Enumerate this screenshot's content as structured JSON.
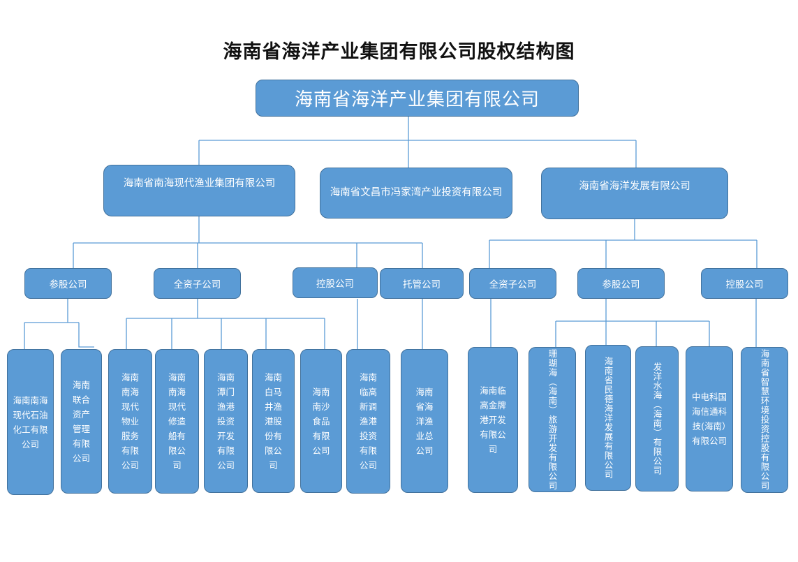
{
  "title": "海南省海洋产业集团有限公司股权结构图",
  "root": {
    "label": "海南省海洋产业集团有限公司"
  },
  "level1": [
    {
      "label": "海南省南海现代渔业集团有限公司"
    },
    {
      "label": "海南省文昌市冯家湾产业投资有限公司"
    },
    {
      "label": "海南省海洋发展有限公司"
    }
  ],
  "level2": [
    {
      "label": "参股公司"
    },
    {
      "label": "全资子公司"
    },
    {
      "label": "控股公司"
    },
    {
      "label": "托管公司"
    },
    {
      "label": "全资子公司"
    },
    {
      "label": "参股公司"
    },
    {
      "label": "控股公司"
    }
  ],
  "companies": [
    {
      "label": "海南南海现代石油化工有限公司"
    },
    {
      "label": "海南联合资产管理有限公司"
    },
    {
      "label": "海南南海现代物业服务有限公司"
    },
    {
      "label": "海南南海现代修造船有限公司"
    },
    {
      "label": "海南潭门渔港投资开发有限公司"
    },
    {
      "label": "海南白马井渔港股份有限公司"
    },
    {
      "label": "海南南沙食品有限公司"
    },
    {
      "label": "海南临高新调渔港投资有限公司"
    },
    {
      "label": "海南省海洋渔业总公司"
    },
    {
      "label": "海南临高金牌港开发有限公司"
    },
    {
      "label": "珊瑚海（海南）旅游开发有限公司"
    },
    {
      "label": "海南省民德海洋发展有限公司"
    },
    {
      "label": "发洋水海（海南）有限公司"
    },
    {
      "label": "中电科国海信通科技(海南）有限公司"
    },
    {
      "label": "海南省智慧环境投资控股有限公司"
    }
  ],
  "colors": {
    "box_fill": "#5b9bd5",
    "box_border": "#41719c",
    "line": "#5b9bd5"
  }
}
